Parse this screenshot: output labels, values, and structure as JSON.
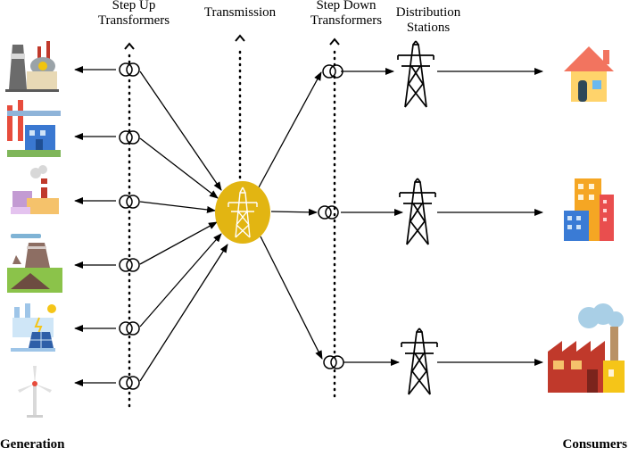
{
  "headers": {
    "step_up_line1": "Step Up",
    "step_up_line2": "Transformers",
    "transmission": "Transmission",
    "step_down_line1": "Step Down",
    "step_down_line2": "Transformers",
    "distribution_line1": "Distribution",
    "distribution_line2": "Stations"
  },
  "footer": {
    "generation": "Generation",
    "consumers": "Consumers"
  },
  "generation_sources": [
    {
      "icon": "nuclear-plant-icon"
    },
    {
      "icon": "gas-refinery-plant-icon"
    },
    {
      "icon": "coal-power-plant-icon"
    },
    {
      "icon": "geothermal-plant-icon"
    },
    {
      "icon": "solar-plant-icon"
    },
    {
      "icon": "wind-turbine-icon"
    }
  ],
  "consumers": [
    {
      "icon": "house-icon"
    },
    {
      "icon": "commercial-buildings-icon"
    },
    {
      "icon": "industrial-factory-icon"
    }
  ],
  "colors": {
    "hub": "#E2B512",
    "line": "#000000"
  }
}
